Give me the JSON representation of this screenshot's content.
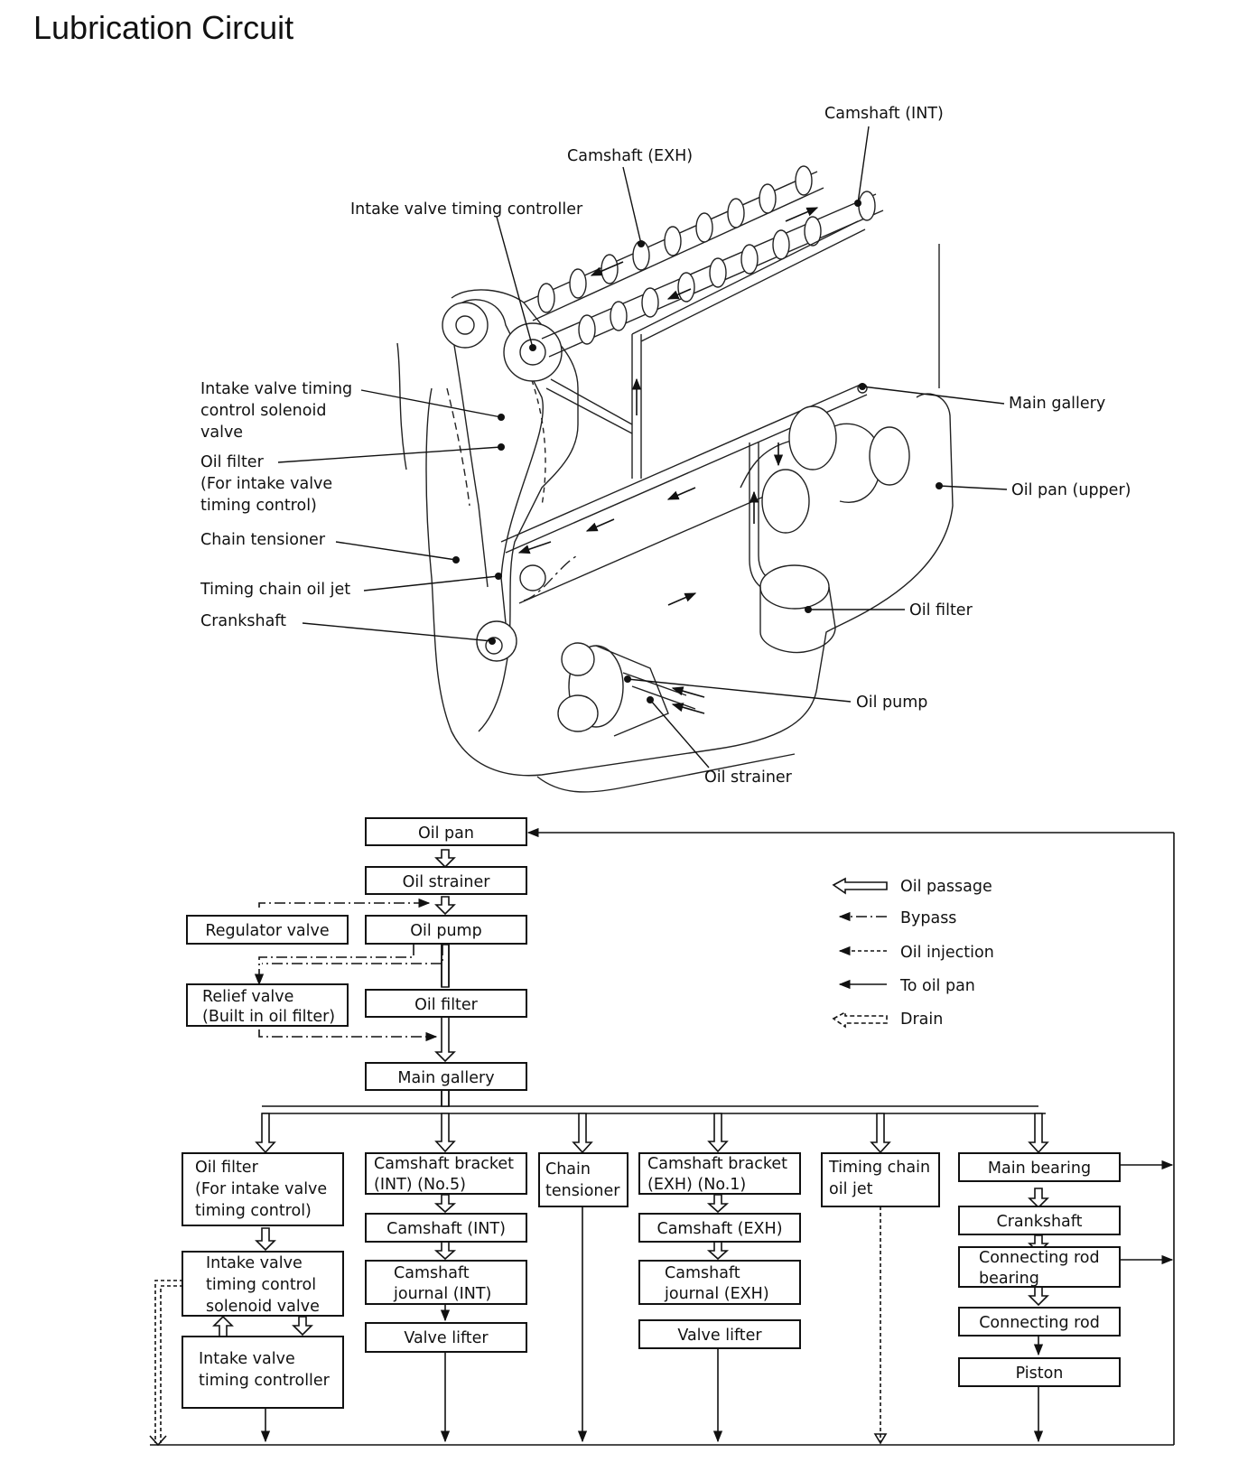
{
  "title": "Lubrication Circuit",
  "illustration_labels": {
    "camshaft_int": "Camshaft (INT)",
    "camshaft_exh": "Camshaft (EXH)",
    "ivt_controller": "Intake valve timing controller",
    "ivt_solenoid": [
      "Intake valve timing",
      "control solenoid",
      "valve"
    ],
    "oil_filter_ivt": [
      "Oil filter",
      "(For intake valve",
      "timing control)"
    ],
    "chain_tensioner": "Chain tensioner",
    "timing_chain_oil_jet": "Timing chain oil jet",
    "crankshaft": "Crankshaft",
    "main_gallery": "Main gallery",
    "oil_pan_upper": "Oil pan (upper)",
    "oil_filter": "Oil filter",
    "oil_pump": "Oil pump",
    "oil_strainer": "Oil strainer"
  },
  "legend": {
    "oil_passage": "Oil passage",
    "bypass": "Bypass",
    "oil_injection": "Oil injection",
    "to_oil_pan": "To oil pan",
    "drain": "Drain"
  },
  "flow_boxes": {
    "oil_pan": "Oil pan",
    "oil_strainer": "Oil strainer",
    "regulator_valve": "Regulator valve",
    "oil_pump": "Oil pump",
    "relief_valve": [
      "Relief valve",
      "(Built in oil filter)"
    ],
    "oil_filter": "Oil filter",
    "main_gallery": "Main gallery",
    "oil_filter_ivt": [
      "Oil filter",
      "(For intake valve",
      "timing control)"
    ],
    "ivt_solenoid": [
      "Intake valve",
      "timing control",
      "solenoid valve"
    ],
    "ivt_controller": [
      "Intake valve",
      "timing controller"
    ],
    "cam_bracket_int": [
      "Camshaft bracket",
      "(INT) (No.5)"
    ],
    "camshaft_int": "Camshaft (INT)",
    "cam_journal_int": [
      "Camshaft",
      "journal (INT)"
    ],
    "valve_lifter_int": "Valve lifter",
    "chain_tensioner": [
      "Chain",
      "tensioner"
    ],
    "cam_bracket_exh": [
      "Camshaft bracket",
      "(EXH) (No.1)"
    ],
    "camshaft_exh": "Camshaft (EXH)",
    "cam_journal_exh": [
      "Camshaft",
      "journal (EXH)"
    ],
    "valve_lifter_exh": "Valve lifter",
    "timing_chain_oil_jet": [
      "Timing chain",
      "oil jet"
    ],
    "main_bearing": "Main bearing",
    "crankshaft": "Crankshaft",
    "conrod_bearing": [
      "Connecting rod",
      "bearing"
    ],
    "conrod": "Connecting rod",
    "piston": "Piston"
  }
}
